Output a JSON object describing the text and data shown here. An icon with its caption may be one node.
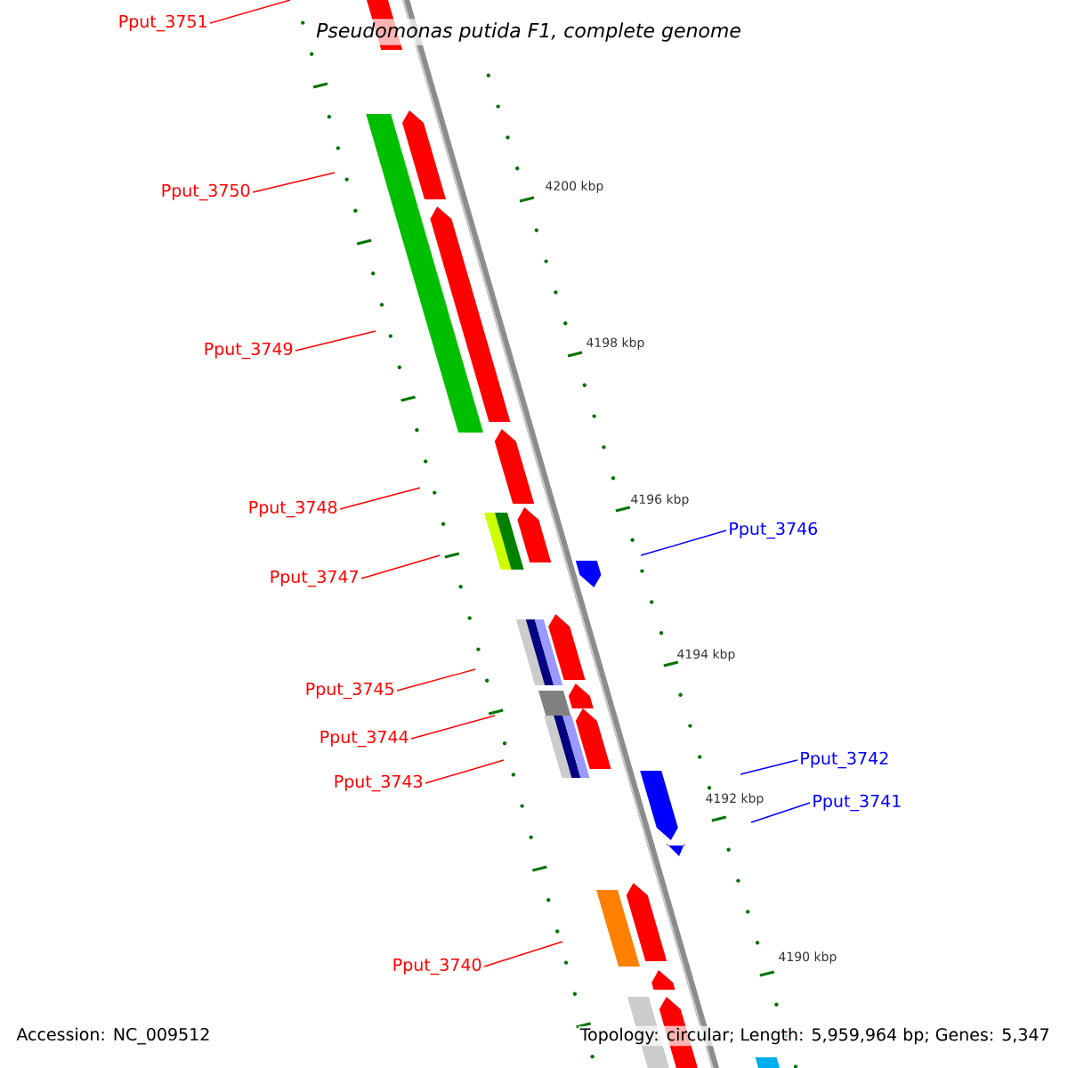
{
  "diagram": {
    "title": "Pseudomonas putida F1, complete genome",
    "nodes": [
      {
        "text": [
          "Pput_3751"
        ]
      },
      {
        "text": [
          "Pput_3750"
        ]
      },
      {
        "text": [
          "Pput_3749"
        ]
      },
      {
        "text": [
          "Pput_3748"
        ]
      },
      {
        "text": [
          "Pput_3746"
        ]
      },
      {
        "text": [
          "Pput_3747"
        ]
      },
      {
        "text": [
          "Pput_3745"
        ]
      },
      {
        "text": [
          "Pput_3744"
        ]
      },
      {
        "text": [
          "Pput_3742"
        ]
      },
      {
        "text": [
          "Pput_3743"
        ]
      },
      {
        "text": [
          "Pput_3741"
        ]
      },
      {
        "text": [
          "Pput_3740"
        ]
      }
    ],
    "edges": [
      {
        "from": 0,
        "to": null,
        "arrow": "none"
      },
      {
        "from": 1,
        "to": null,
        "arrow": "none"
      },
      {
        "from": 2,
        "to": null,
        "arrow": "none"
      },
      {
        "from": 3,
        "to": null,
        "arrow": "none"
      },
      {
        "from": 4,
        "to": null,
        "arrow": "none",
        "color": "#0000ff"
      },
      {
        "from": 5,
        "to": null,
        "arrow": "none"
      },
      {
        "from": 6,
        "to": null,
        "arrow": "none"
      },
      {
        "from": 7,
        "to": null,
        "arrow": "none"
      },
      {
        "from": 8,
        "to": null,
        "arrow": "none",
        "color": "#0000ff"
      },
      {
        "from": 9,
        "to": null,
        "arrow": "none"
      },
      {
        "from": 10,
        "to": null,
        "arrow": "none",
        "color": "#0000ff"
      },
      {
        "from": 11,
        "to": null,
        "arrow": "none"
      }
    ],
    "labels": [
      "4200 kbp",
      "4198 kbp",
      "4196 kbp",
      "4194 kbp",
      "4192 kbp",
      "4190 kbp",
      "Accession: NC_009512",
      "Topology: circular; Length: 5,959,964 bp; Genes: 5,347"
    ]
  }
}
